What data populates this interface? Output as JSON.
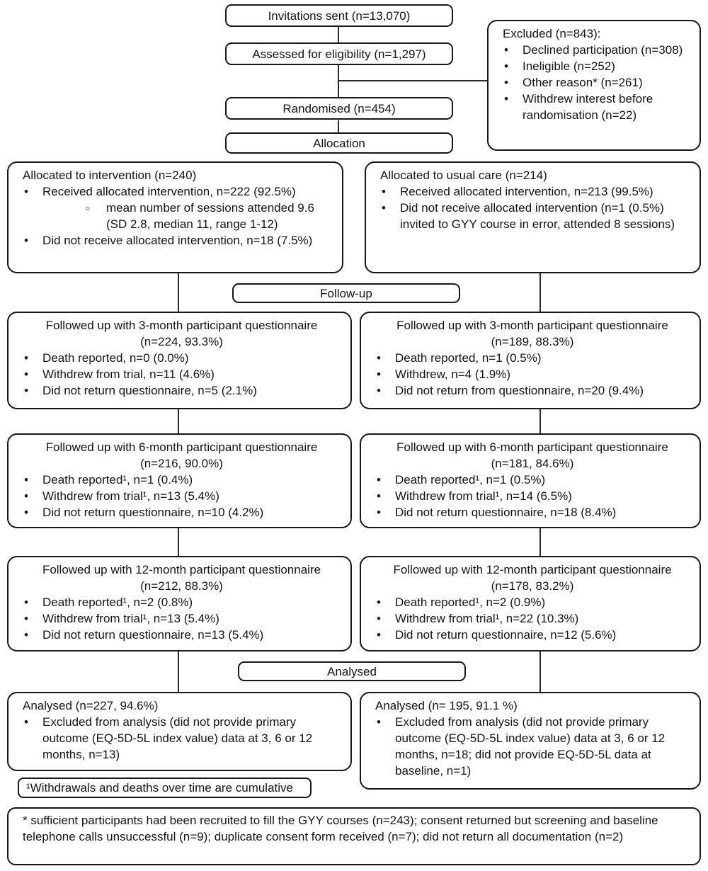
{
  "diagram": {
    "top": {
      "invitations": "Invitations sent (n=13,070)",
      "assessed": "Assessed for eligibility (n=1,297)",
      "randomised": "Randomised (n=454)"
    },
    "section_labels": {
      "allocation": "Allocation",
      "followup": "Follow-up",
      "analysed": "Analysed"
    },
    "excluded": {
      "title": "Excluded (n=843):",
      "items": [
        {
          "t": "Declined participation (n=308)",
          "lvl": 1
        },
        {
          "t": "Ineligible (n=252)",
          "lvl": 1
        },
        {
          "t": "Other reason* (n=261)",
          "lvl": 1
        },
        {
          "t": "Withdrew interest before randomisation (n=22)",
          "lvl": 1
        }
      ]
    },
    "intervention": {
      "allocated": {
        "title": "Allocated to intervention (n=240)",
        "items": [
          {
            "t": "Received allocated intervention, n=222 (92.5%)",
            "lvl": 1
          },
          {
            "t": "mean number of sessions attended 9.6 (SD 2.8, median 11, range 1-12)",
            "lvl": 2
          },
          {
            "t": "Did not receive allocated intervention, n=18 (7.5%)",
            "lvl": 1
          }
        ]
      },
      "followup_3m": {
        "title": "Followed up with 3-month participant questionnaire",
        "subtitle": "(n=224, 93.3%)",
        "items": [
          {
            "t": "Death reported, n=0 (0.0%)",
            "lvl": 1
          },
          {
            "t": "Withdrew from trial, n=11 (4.6%)",
            "lvl": 1
          },
          {
            "t": "Did not return questionnaire, n=5 (2.1%)",
            "lvl": 1
          }
        ]
      },
      "followup_6m": {
        "title": "Followed up with 6-month participant questionnaire",
        "subtitle": "(n=216, 90.0%)",
        "items": [
          {
            "t": "Death reported¹, n=1 (0.4%)",
            "lvl": 1
          },
          {
            "t": "Withdrew from trial¹, n=13 (5.4%)",
            "lvl": 1
          },
          {
            "t": "Did not return questionnaire, n=10 (4.2%)",
            "lvl": 1
          }
        ]
      },
      "followup_12m": {
        "title": "Followed up with 12-month participant questionnaire",
        "subtitle": "(n=212, 88.3%)",
        "items": [
          {
            "t": "Death reported¹, n=2 (0.8%)",
            "lvl": 1
          },
          {
            "t": "Withdrew from trial¹, n=13 (5.4%)",
            "lvl": 1
          },
          {
            "t": "Did not return questionnaire, n=13 (5.4%)",
            "lvl": 1
          }
        ]
      },
      "analysed": {
        "title": "Analysed (n=227, 94.6%)",
        "items": [
          {
            "t": "Excluded from analysis (did not provide primary outcome (EQ-5D-5L index value) data at 3, 6 or 12 months, n=13)",
            "lvl": 1
          }
        ]
      }
    },
    "usual_care": {
      "allocated": {
        "title": "Allocated to usual care (n=214)",
        "items": [
          {
            "t": "Received allocated intervention, n=213 (99.5%)",
            "lvl": 1
          },
          {
            "t": "Did not receive allocated intervention (n=1 (0.5%) invited to GYY course in error, attended 8 sessions)",
            "lvl": 1
          }
        ]
      },
      "followup_3m": {
        "title": "Followed up with 3-month participant questionnaire",
        "subtitle": "(n=189, 88.3%)",
        "items": [
          {
            "t": "Death reported, n=1 (0.5%)",
            "lvl": 1
          },
          {
            "t": "Withdrew, n=4 (1.9%)",
            "lvl": 1
          },
          {
            "t": "Did not return from questionnaire, n=20 (9.4%)",
            "lvl": 1
          }
        ]
      },
      "followup_6m": {
        "title": "Followed up with 6-month participant questionnaire",
        "subtitle": "(n=181, 84.6%)",
        "items": [
          {
            "t": "Death reported¹, n=1 (0.5%)",
            "lvl": 1
          },
          {
            "t": "Withdrew from trial¹, n=14 (6.5%)",
            "lvl": 1
          },
          {
            "t": "Did not return questionnaire, n=18 (8.4%)",
            "lvl": 1
          }
        ]
      },
      "followup_12m": {
        "title": "Followed up with 12-month participant questionnaire",
        "subtitle": "(n=178, 83.2%)",
        "items": [
          {
            "t": "Death reported¹, n=2 (0.9%)",
            "lvl": 1
          },
          {
            "t": "Withdrew from trial¹, n=22 (10.3%)",
            "lvl": 1
          },
          {
            "t": "Did not return questionnaire, n=12 (5.6%)",
            "lvl": 1
          }
        ]
      },
      "analysed": {
        "title": "Analysed (n= 195, 91.1 %)",
        "items": [
          {
            "t": "Excluded from analysis (did not provide primary outcome (EQ-5D-5L index value) data at 3, 6 or 12 months, n=18; did not provide EQ-5D-5L data at baseline, n=1)",
            "lvl": 1
          }
        ]
      }
    },
    "footnotes": {
      "cumulative": "¹Withdrawals and deaths over time are cumulative",
      "other_reasons": "* sufficient participants had been recruited to fill the GYY courses (n=243); consent returned but screening and baseline telephone calls unsuccessful (n=9); duplicate consent form received (n=7); did not return all documentation (n=2)"
    }
  }
}
